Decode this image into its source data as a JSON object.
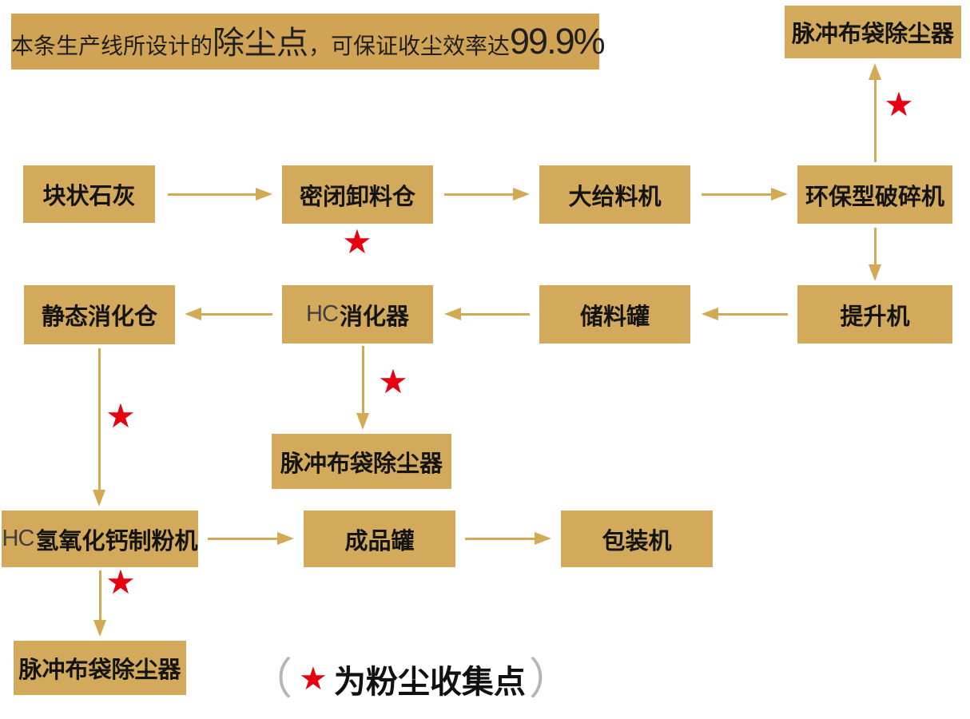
{
  "banner": {
    "part1": "本条生产线所设计的",
    "part2": "除尘点",
    "part3": "，可保证收尘效率达",
    "part4": "99.9%"
  },
  "nodes": {
    "dust_top": {
      "label": "脉冲布袋除尘器"
    },
    "lump_lime": {
      "label": "块状石灰"
    },
    "sealed_hopper": {
      "label": "密闭卸料仓"
    },
    "feeder": {
      "label": "大给料机"
    },
    "crusher": {
      "label": "环保型破碎机"
    },
    "elevator": {
      "label": "提升机"
    },
    "storage_tank": {
      "label": "储料罐"
    },
    "hc_digester": {
      "prefix": "HC",
      "label": "消化器"
    },
    "static_silo": {
      "label": "静态消化仓"
    },
    "dust_mid": {
      "label": "脉冲布袋除尘器"
    },
    "hc_mill": {
      "prefix": "HC",
      "label": "氢氧化钙制粉机"
    },
    "finished_tank": {
      "label": "成品罐"
    },
    "packer": {
      "label": "包装机"
    },
    "dust_bottom": {
      "label": "脉冲布袋除尘器"
    }
  },
  "glyphs": {
    "star": "★"
  },
  "legend": {
    "open": "（",
    "star": "★",
    "text": "为粉尘收集点",
    "close": "）"
  },
  "colors": {
    "banner_gold": "#d1a355",
    "box_gold": "#d3a95c",
    "arrow_gold": "#d3a955",
    "star_red": "#e60012",
    "text_dark": "#1a1a1a",
    "legend_paren_gray": "#b5b5b5"
  }
}
